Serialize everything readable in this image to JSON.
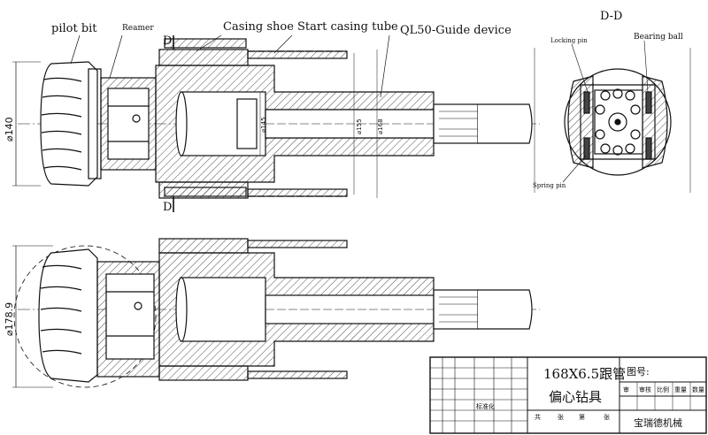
{
  "labels": {
    "pilot_bit": "pilot bit",
    "reamer": "Reamer",
    "casing_shoe": "Casing shoe",
    "start_casing_tube": "Start casing tube",
    "guide_device": "QL50-Guide device",
    "section_marker": "D",
    "section_title": "D-D",
    "locking_pin": "Locking pin",
    "bearing_ball": "Bearing ball",
    "spring_pin": "Spring pin"
  },
  "dimensions": {
    "d140": "⌀140",
    "d178": "⌀178.9",
    "d145": "⌀145",
    "d155": "⌀155",
    "d168": "⌀168"
  },
  "title_block": {
    "title_line1": "168X6.5跟管",
    "title_line2": "偏心钻具",
    "drawing_no": "图号:",
    "company": "宝瑞德机械",
    "small_cells": [
      "标准化",
      "共",
      "张",
      "第",
      "张"
    ],
    "headers": [
      "审",
      "审核",
      "比例",
      "重量",
      "数量"
    ]
  }
}
